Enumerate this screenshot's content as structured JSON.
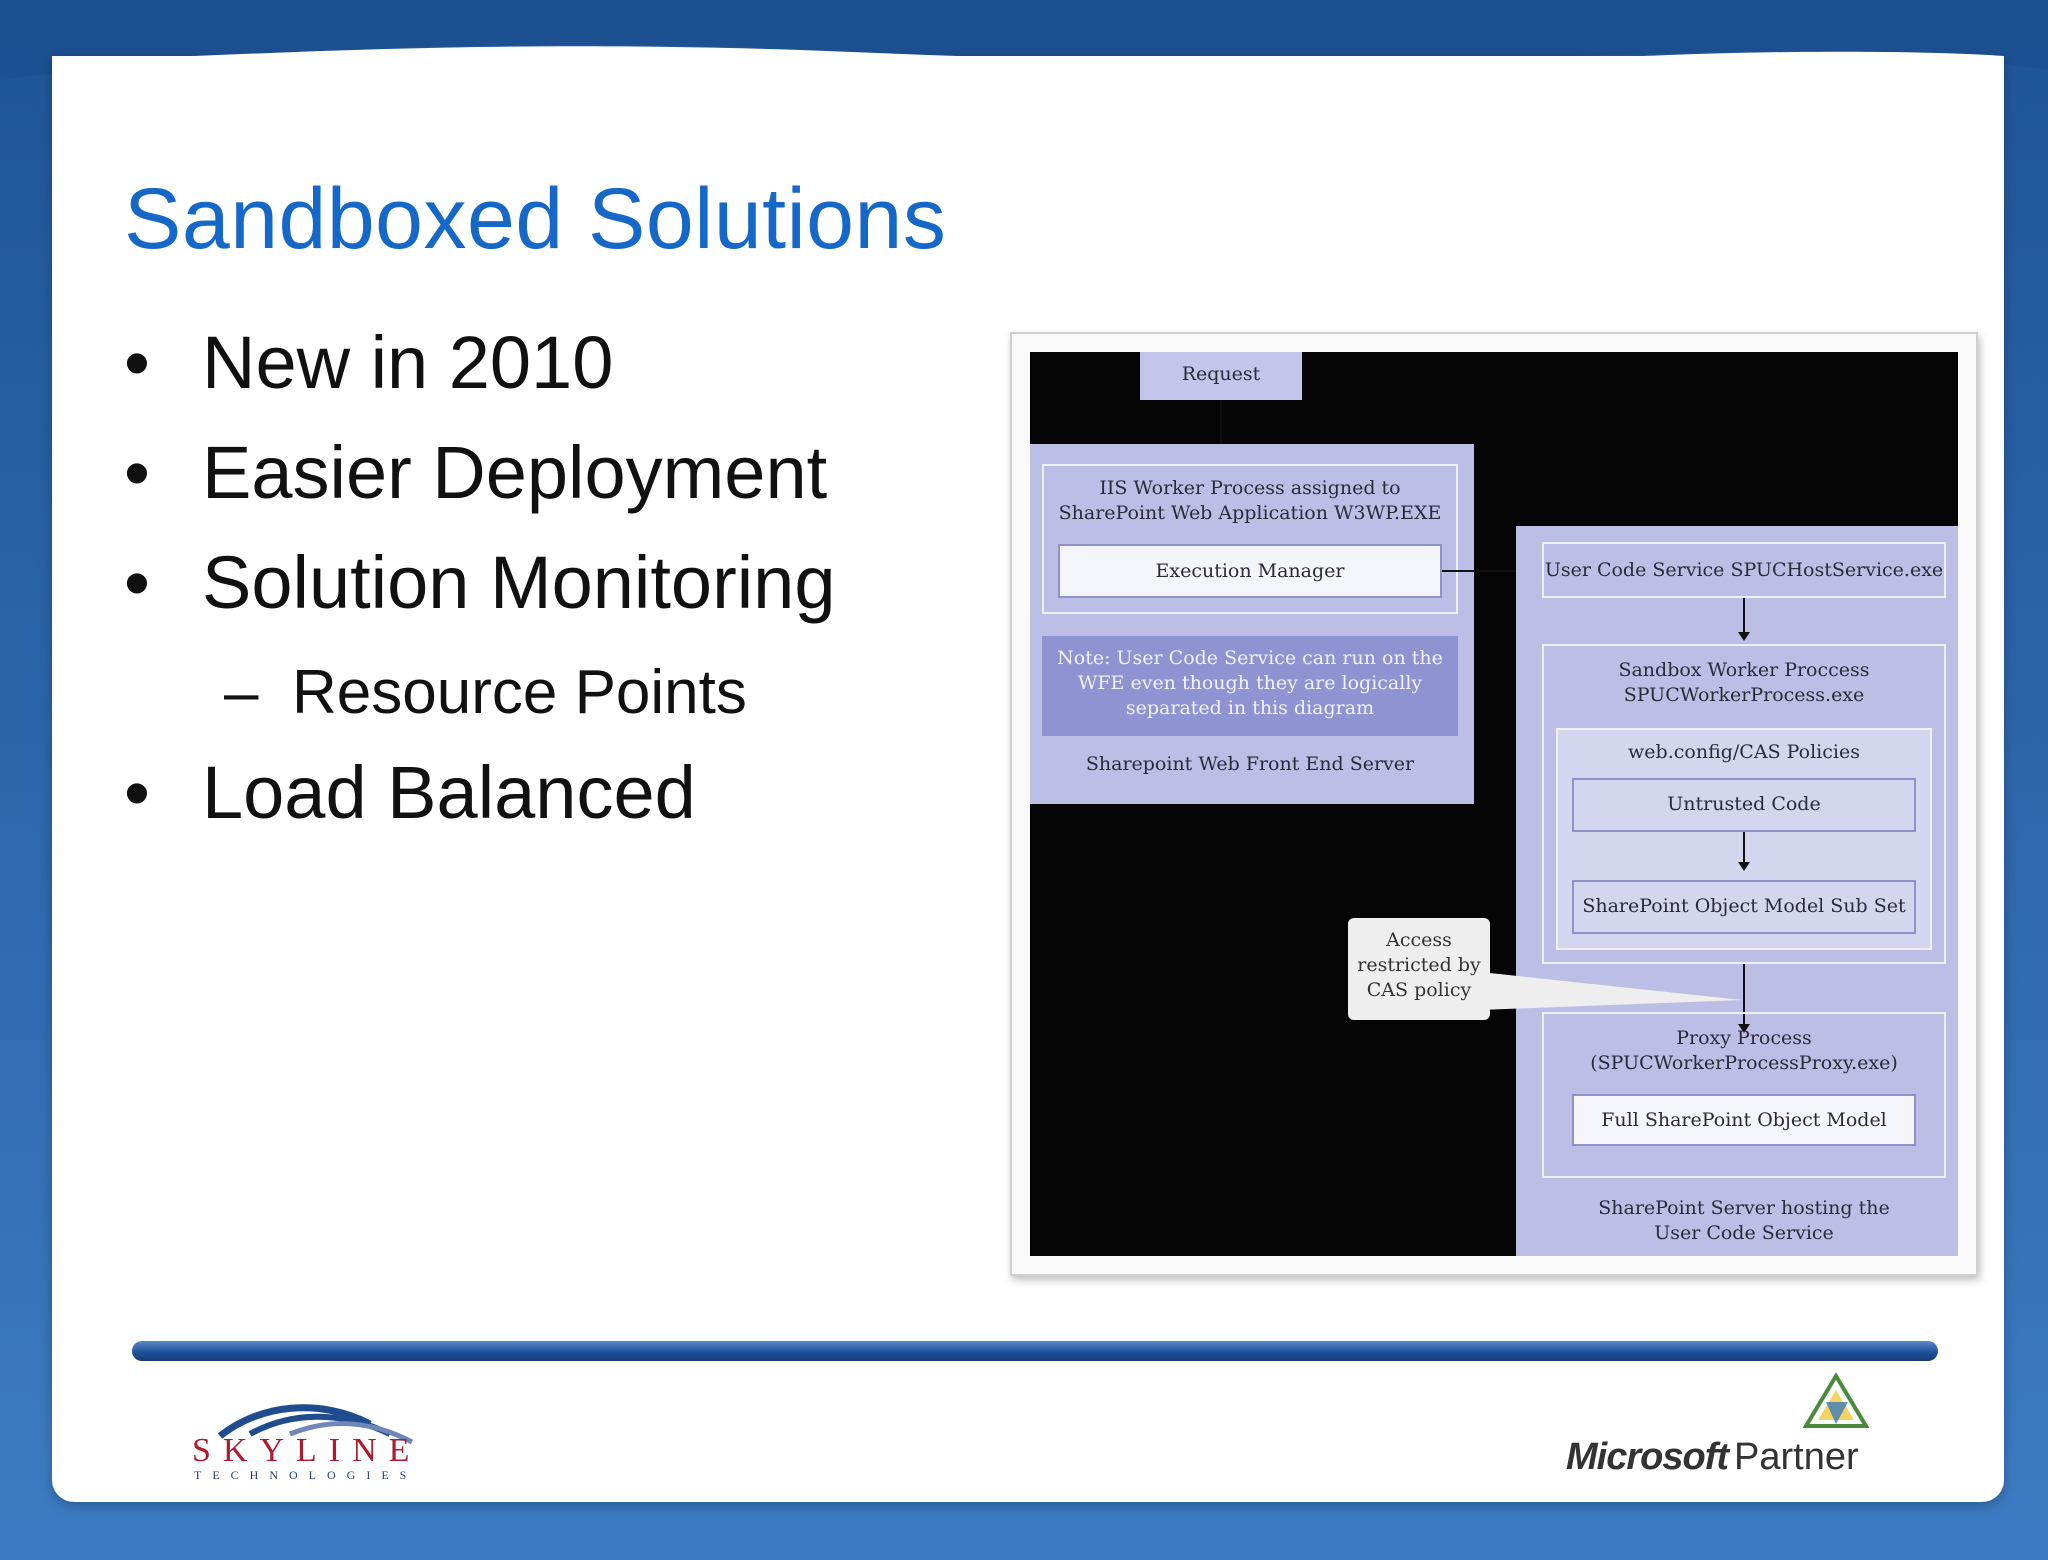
{
  "slide": {
    "title": "Sandboxed Solutions",
    "bullets": [
      {
        "symbol": "•",
        "text": "New in 2010"
      },
      {
        "symbol": "•",
        "text": "Easier Deployment"
      },
      {
        "symbol": "•",
        "text": "Solution Monitoring"
      },
      {
        "symbol": "–",
        "text": "Resource Points"
      },
      {
        "symbol": "•",
        "text": "Load Balanced"
      }
    ]
  },
  "diagram": {
    "request": "Request",
    "iis_line1": "IIS Worker Process  assigned to",
    "iis_line2": "SharePoint Web Application W3WP.EXE",
    "execution_manager": "Execution Manager",
    "note_line1": "Note: User Code Service can run on the",
    "note_line2": "WFE even though they are logically",
    "note_line3": "separated in this diagram",
    "wfe_label": "Sharepoint Web Front End Server",
    "user_code_service": "User Code Service SPUCHostService.exe",
    "sandbox_line1": "Sandbox Worker Proccess",
    "sandbox_line2": "SPUCWorkerProcess.exe",
    "cas_policies": "web.config/CAS Policies",
    "untrusted_code": "Untrusted Code",
    "om_subset": "SharePoint Object Model Sub Set",
    "callout_line1": "Access",
    "callout_line2": "restricted by",
    "callout_line3": "CAS policy",
    "proxy_line1": "Proxy Process",
    "proxy_line2": "(SPUCWorkerProcessProxy.exe)",
    "full_om": "Full SharePoint Object Model",
    "server_line1": "SharePoint Server hosting the",
    "server_line2": "User Code Service"
  },
  "footer": {
    "skyline_name": "SKYLINE",
    "skyline_sub": "TECHNOLOGIES",
    "ms_brand": "Microsoft",
    "ms_partner": "Partner"
  },
  "colors": {
    "title": "#1668c8",
    "background": "#2f68ae",
    "diagram_lavender": "#bcbee6",
    "skyline_red": "#b01a2e"
  }
}
